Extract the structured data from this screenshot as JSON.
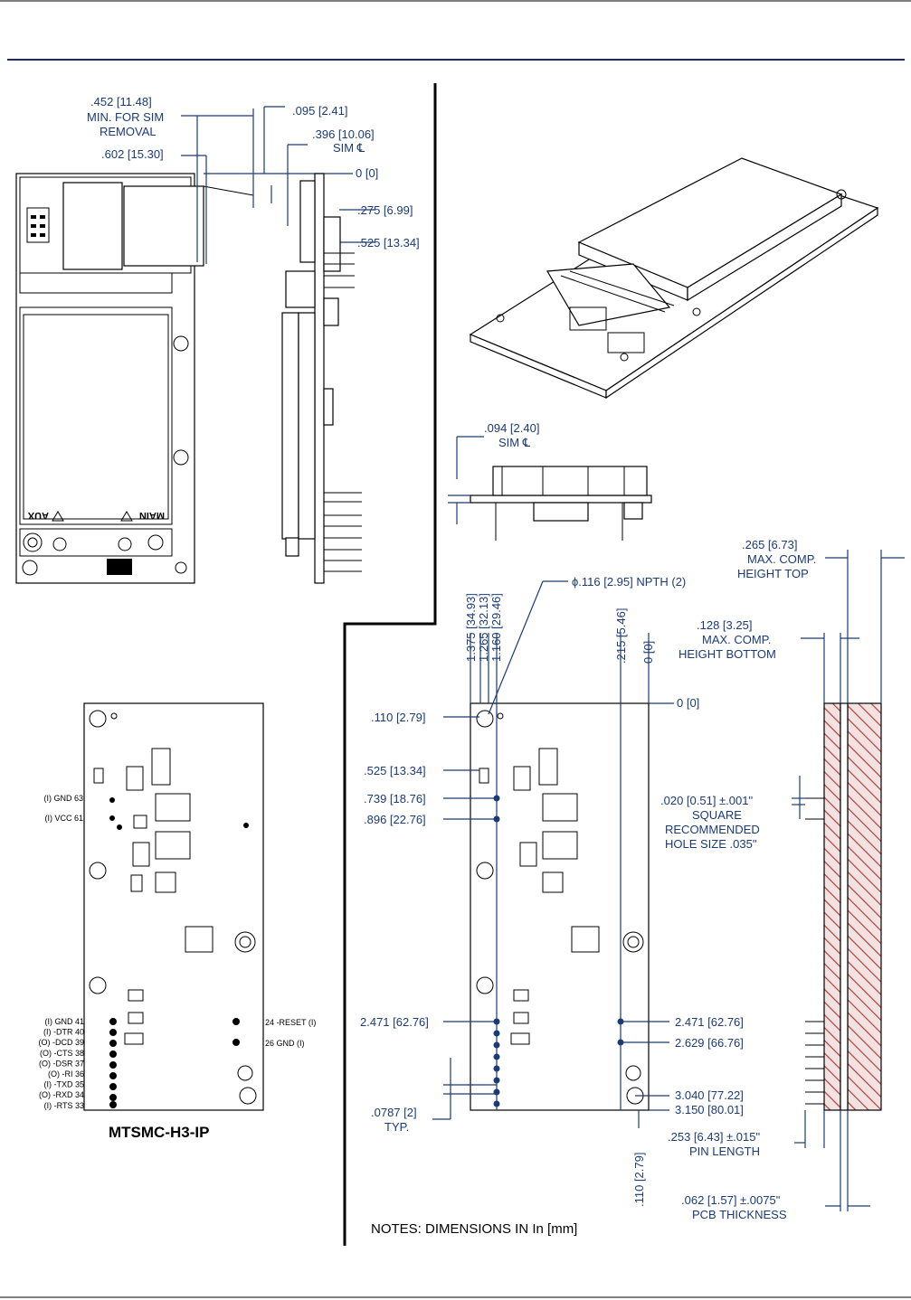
{
  "colors": {
    "dimension": "#1a3a78",
    "outline": "#000000",
    "hatch": "#b04040",
    "rule": "#1a2a6a"
  },
  "board_silkscreen": {
    "aux": "AUX",
    "main": "MAIN"
  },
  "top_view": {
    "dim_sim_removal": {
      "value": ".452 [11.48]",
      "line2": "MIN. FOR SIM",
      "line3": "REMOVAL"
    },
    "dim_602": ".602 [15.30]",
    "dim_095": ".095 [2.41]",
    "dim_396": {
      "value": ".396 [10.06]",
      "label": "SIM ℄"
    },
    "dim_zero": "0 [0]",
    "dim_275": ".275 [6.99]",
    "dim_525": ".525 [13.34]"
  },
  "side_small": {
    "dim_094": {
      "value": ".094 [2.40]",
      "label": "SIM ℄"
    }
  },
  "pinout_view": {
    "title": "MTSMC-H3-IP",
    "pins_upper": [
      "(I) GND 63",
      "(I) VCC 61"
    ],
    "pins_left": [
      "(I) GND 41",
      "(I) -DTR 40",
      "(O) -DCD 39",
      "(O) -CTS 38",
      "(O) -DSR 37",
      "(O) -RI 36",
      "(I) -TXD 35",
      "(O) -RXD 34",
      "(I) -RTS 33"
    ],
    "pins_right": [
      "24 -RESET (I)",
      "26 GND (I)"
    ]
  },
  "bottom_view": {
    "vert_dims": [
      "1.375 [34.93]",
      "1.265 [32.13]",
      "1.160 [29.46]",
      ".215 [5.46]",
      "0 [0]"
    ],
    "hole_note": "ϕ.116 [2.95] NPTH (2)",
    "dim_zero_right": "0 [0]",
    "left_dims": [
      ".110 [2.79]",
      ".525 [13.34]",
      ".739 [18.76]",
      ".896 [22.76]",
      "2.471 [62.76]"
    ],
    "right_dims": [
      "2.471 [62.76]",
      "2.629 [66.76]",
      "3.040 [77.22]",
      "3.150 [80.01]"
    ],
    "pitch": {
      "value": ".0787 [2]",
      "label": "TYP."
    },
    "bottom_vert": ".110 [2.79]",
    "notes": "NOTES: DIMENSIONS IN In [mm]"
  },
  "edge_view": {
    "top_height": {
      "value": ".265 [6.73]",
      "line2": "MAX. COMP.",
      "line3": "HEIGHT TOP"
    },
    "bottom_height": {
      "value": ".128 [3.25]",
      "line2": "MAX. COMP.",
      "line3": "HEIGHT BOTTOM"
    },
    "pin_square": {
      "value": ".020 [0.51]  ±.001\"",
      "line2": "SQUARE",
      "line3": "RECOMMENDED",
      "line4": "HOLE SIZE .035\""
    },
    "pin_length": {
      "value": ".253 [6.43]  ±.015\"",
      "line2": "PIN LENGTH"
    },
    "pcb_thickness": {
      "value": ".062 [1.57]  ±.0075\"",
      "line2": "PCB THICKNESS"
    }
  }
}
